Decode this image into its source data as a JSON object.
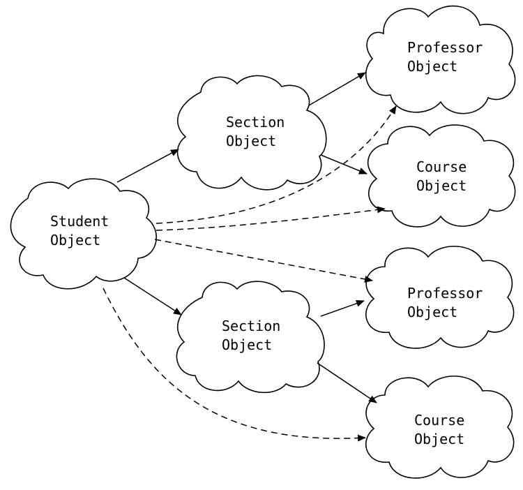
{
  "nodes": {
    "student": {
      "line1": "Student",
      "line2": "Object"
    },
    "section_top": {
      "line1": "Section",
      "line2": "Object"
    },
    "section_bottom": {
      "line1": "Section",
      "line2": "Object"
    },
    "professor_top": {
      "line1": "Professor",
      "line2": "Object"
    },
    "course_top": {
      "line1": "Course",
      "line2": "Object"
    },
    "professor_bottom": {
      "line1": "Professor",
      "line2": "Object"
    },
    "course_bottom": {
      "line1": "Course",
      "line2": "Object"
    }
  },
  "colors": {
    "stroke": "#000000",
    "fill": "#ffffff"
  }
}
